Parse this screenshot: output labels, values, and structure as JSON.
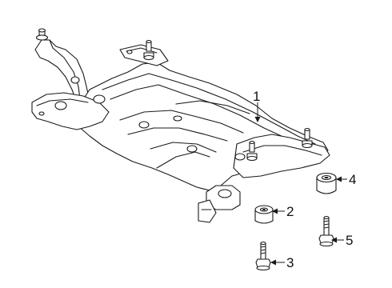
{
  "callouts": [
    {
      "id": "1",
      "label": "1",
      "part": "crossmember"
    },
    {
      "id": "2",
      "label": "2",
      "part": "bushing-small"
    },
    {
      "id": "3",
      "label": "3",
      "part": "bolt-short"
    },
    {
      "id": "4",
      "label": "4",
      "part": "bushing-large"
    },
    {
      "id": "5",
      "label": "5",
      "part": "bolt-long"
    }
  ],
  "colors": {
    "stroke": "#1a1a1a",
    "background": "#ffffff"
  }
}
